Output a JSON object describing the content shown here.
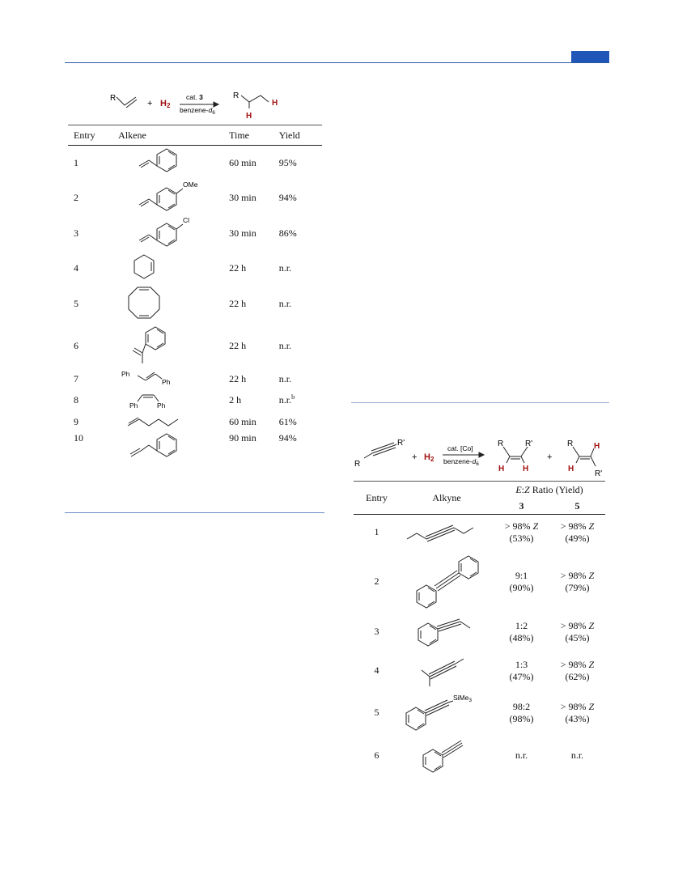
{
  "header": {
    "accent_color": "#1f56b8"
  },
  "scheme1": {
    "r_label": "R",
    "plus": "+",
    "h2": "H",
    "h2_sub": "2",
    "catalyst": "cat.",
    "catalyst_number": "3",
    "solvent": "benzene-",
    "solvent_italic": "d",
    "solvent_sub": "6",
    "product_r": "R",
    "product_h": "H",
    "h_color": "#a01010"
  },
  "table1": {
    "headers": [
      "Entry",
      "Alkene",
      "Time",
      "Yield"
    ],
    "rows": [
      {
        "entry": "1",
        "time": "60 min",
        "yield": "95%",
        "label": ""
      },
      {
        "entry": "2",
        "time": "30 min",
        "yield": "94%",
        "label": "OMe"
      },
      {
        "entry": "3",
        "time": "30 min",
        "yield": "86%",
        "label": "Cl"
      },
      {
        "entry": "4",
        "time": "22 h",
        "yield": "n.r.",
        "label": ""
      },
      {
        "entry": "5",
        "time": "22 h",
        "yield": "n.r.",
        "label": ""
      },
      {
        "entry": "6",
        "time": "22 h",
        "yield": "n.r.",
        "label": ""
      },
      {
        "entry": "7",
        "time": "22 h",
        "yield": "n.r.",
        "label": "Ph"
      },
      {
        "entry": "8",
        "time": "2 h",
        "yield": "n.r.",
        "yield_sup": "b",
        "label": "Ph"
      },
      {
        "entry": "9",
        "time": "60 min",
        "yield": "61%",
        "label": ""
      },
      {
        "entry": "10",
        "time": "90 min",
        "yield": "94%",
        "label": ""
      }
    ]
  },
  "scheme2": {
    "r_label": "R",
    "r_prime": "R'",
    "plus": "+",
    "h2": "H",
    "h2_sub": "2",
    "catalyst": "cat. [Co]",
    "solvent": "benzene-",
    "solvent_italic": "d",
    "solvent_sub": "6",
    "h_label": "H"
  },
  "table2": {
    "headers": {
      "entry": "Entry",
      "alkyne": "Alkyne",
      "ratio_e": "E",
      "ratio_colon": ":",
      "ratio_z": "Z",
      "ratio_rest": " Ratio (Yield)",
      "cat3": "3",
      "cat5": "5"
    },
    "rows": [
      {
        "entry": "1",
        "r3_ratio": "> 98% ",
        "r3_z": "Z",
        "r3_yield": "(53%)",
        "r5_ratio": "> 98% ",
        "r5_z": "Z",
        "r5_yield": "(49%)",
        "label": ""
      },
      {
        "entry": "2",
        "r3_ratio": "9:1",
        "r3_z": "",
        "r3_yield": "(90%)",
        "r5_ratio": "> 98% ",
        "r5_z": "Z",
        "r5_yield": "(79%)",
        "label": ""
      },
      {
        "entry": "3",
        "r3_ratio": "1:2",
        "r3_z": "",
        "r3_yield": "(48%)",
        "r5_ratio": "> 98% ",
        "r5_z": "Z",
        "r5_yield": "(45%)",
        "label": ""
      },
      {
        "entry": "4",
        "r3_ratio": "1:3",
        "r3_z": "",
        "r3_yield": "(47%)",
        "r5_ratio": "> 98% ",
        "r5_z": "Z",
        "r5_yield": "(62%)",
        "label": ""
      },
      {
        "entry": "5",
        "r3_ratio": "98:2",
        "r3_z": "",
        "r3_yield": "(98%)",
        "r5_ratio": "> 98% ",
        "r5_z": "Z",
        "r5_yield": "(43%)",
        "label": "SiMe",
        "label_sub": "3"
      },
      {
        "entry": "6",
        "r3_ratio": "n.r.",
        "r3_z": "",
        "r3_yield": "",
        "r5_ratio": "n.r.",
        "r5_z": "",
        "r5_yield": "",
        "label": ""
      }
    ]
  }
}
